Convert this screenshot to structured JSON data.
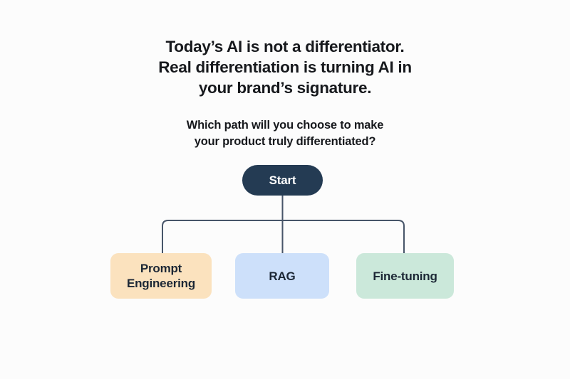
{
  "page": {
    "background": "#FCFCFC"
  },
  "heading": {
    "lines": [
      "Today’s AI is not a differentiator.",
      "Real differentiation is turning AI in",
      "your brand’s signature."
    ],
    "text_color": "#17191D"
  },
  "question": {
    "lines": [
      "Which path will you choose to make",
      "your product truly differentiated?"
    ],
    "text_color": "#17191D"
  },
  "flowchart": {
    "start": {
      "label": "Start",
      "bg": "#243B53",
      "text_color": "#FFFFFF"
    },
    "connector_color": "#475569",
    "node_text_color": "#1C2735",
    "options": [
      {
        "id": "prompt-engineering",
        "label": "Prompt Engineering",
        "bg": "#FBE2BE"
      },
      {
        "id": "rag",
        "label": "RAG",
        "bg": "#CDE0FA"
      },
      {
        "id": "fine-tuning",
        "label": "Fine-tuning",
        "bg": "#CBE8DA"
      }
    ]
  }
}
